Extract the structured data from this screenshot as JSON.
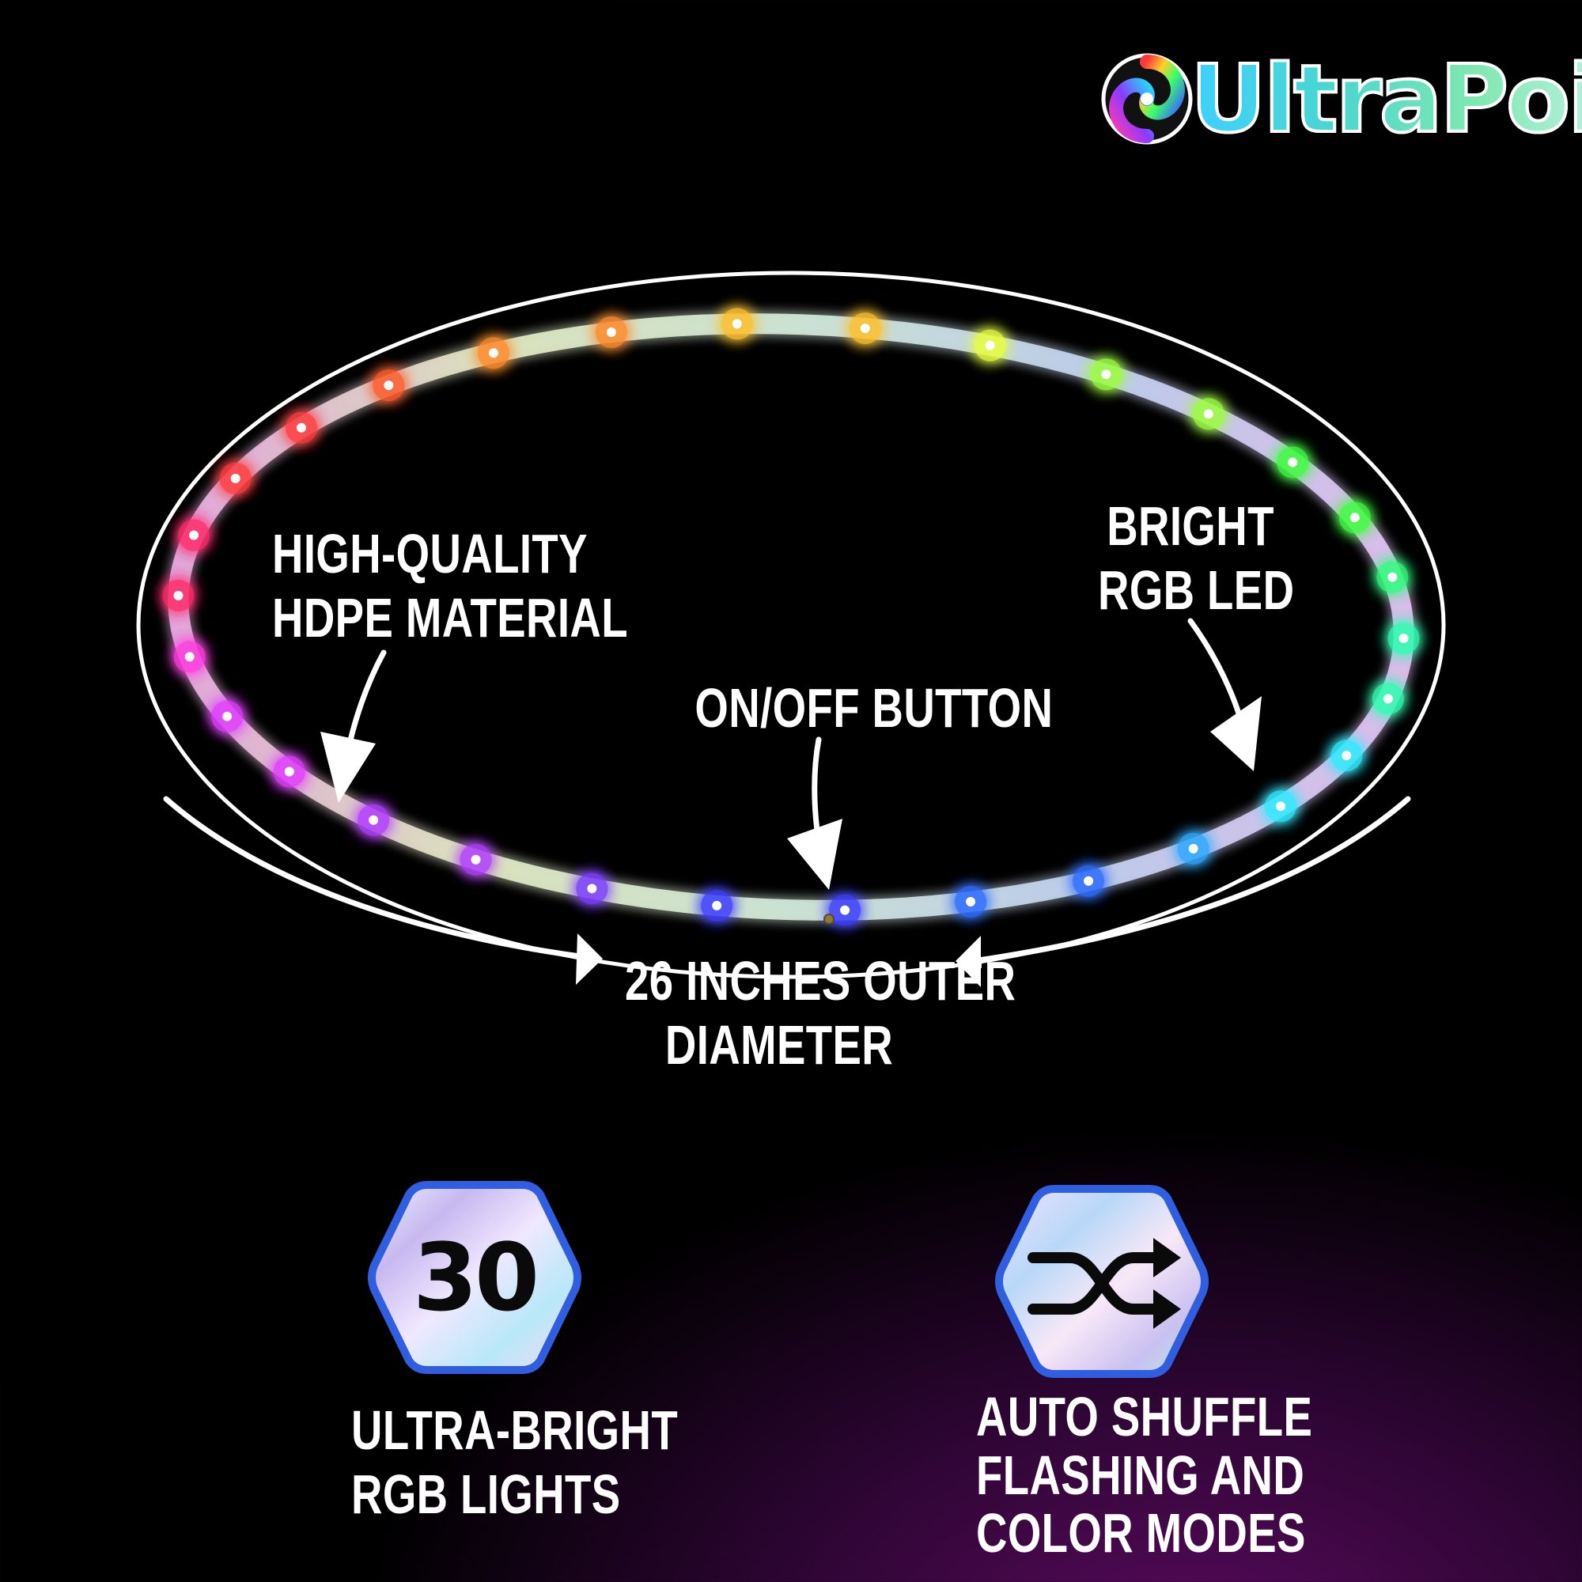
{
  "brand": {
    "logo_text": "UltraPoi"
  },
  "hoop": {
    "led_count": 30,
    "led_colors": [
      "#ff2a6a",
      "#ff3a3a",
      "#ff5a2a",
      "#ff8a2a",
      "#ffc02a",
      "#e8ff3a",
      "#9cff3a",
      "#3aff3a",
      "#2aff7a",
      "#2affb0",
      "#2aecff",
      "#2aa8ff",
      "#2a6aff",
      "#3a3aff",
      "#7a3aff",
      "#b03aff",
      "#e03aff",
      "#ff3ae0"
    ],
    "button_label": "ON/OFF BUTTON",
    "material_label_line1": "HIGH-QUALITY",
    "material_label_line2": "HDPE MATERIAL",
    "led_label_line1": "BRIGHT",
    "led_label_line2": "RGB LED",
    "diameter_label_line1": "26 INCHES OUTER",
    "diameter_label_line2": "DIAMETER"
  },
  "features": [
    {
      "icon": "number-badge",
      "badge_value": "30",
      "caption_line1": "ULTRA-BRIGHT",
      "caption_line2": "RGB LIGHTS"
    },
    {
      "icon": "shuffle-icon",
      "caption_line1": "AUTO SHUFFLE",
      "caption_line2": "FLASHING AND",
      "caption_line3": "COLOR MODES"
    }
  ],
  "colors": {
    "badge_border": "#2f5fe0",
    "background_glow": "#5a0a5e"
  }
}
